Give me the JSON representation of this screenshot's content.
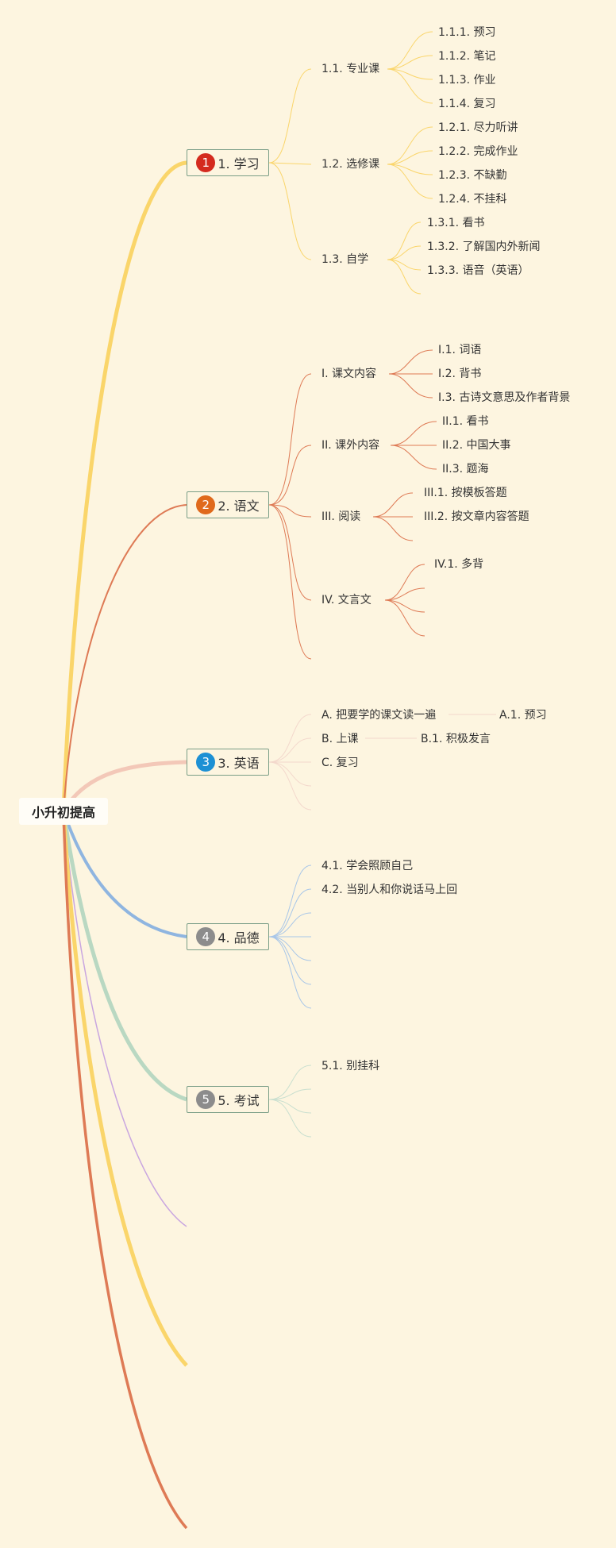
{
  "root": {
    "label": "小升初提高"
  },
  "branches": [
    {
      "num": "1",
      "label": "1. 学习",
      "badge_color": "#d42a1e",
      "line_color": "#fad56a",
      "children": [
        {
          "label": "1.1. 专业课",
          "children": [
            "1.1.1. 预习",
            "1.1.2. 笔记",
            "1.1.3. 作业",
            "1.1.4. 复习"
          ]
        },
        {
          "label": "1.2. 选修课",
          "children": [
            "1.2.1. 尽力听讲",
            "1.2.2. 完成作业",
            "1.2.3. 不缺勤",
            "1.2.4. 不挂科"
          ]
        },
        {
          "label": "1.3. 自学",
          "children": [
            "1.3.1. 看书",
            "1.3.2. 了解国内外新闻",
            "1.3.3. 语音（英语）"
          ]
        }
      ]
    },
    {
      "num": "2",
      "label": "2. 语文",
      "badge_color": "#e06a1c",
      "line_color": "#de7a55",
      "children": [
        {
          "label": "I. 课文内容",
          "children": [
            "I.1. 词语",
            "I.2. 背书",
            "I.3. 古诗文意思及作者背景"
          ]
        },
        {
          "label": "II. 课外内容",
          "children": [
            "II.1. 看书",
            "II.2. 中国大事",
            "II.3. 题海"
          ]
        },
        {
          "label": "III. 阅读",
          "children": [
            "III.1. 按模板答题",
            "III.2. 按文章内容答题"
          ]
        },
        {
          "label": "IV. 文言文",
          "children": [
            "IV.1. 多背"
          ]
        }
      ]
    },
    {
      "num": "3",
      "label": "3. 英语",
      "badge_color": "#1d90d4",
      "line_color": "#f3c8b8",
      "children": [
        {
          "label": "A. 把要学的课文读一遍",
          "children": [
            "A.1. 预习"
          ]
        },
        {
          "label": "B. 上课",
          "children": [
            "B.1. 积极发言"
          ]
        },
        {
          "label": "C. 复习",
          "children": []
        }
      ]
    },
    {
      "num": "4",
      "label": "4. 品德",
      "badge_color": "#8c8c8c",
      "line_color": "#8fb5e0",
      "children": [
        {
          "label": "4.1. 学会照顾自己",
          "children": []
        },
        {
          "label": "4.2. 当别人和你说话马上回",
          "children": []
        }
      ]
    },
    {
      "num": "5",
      "label": "5. 考试",
      "badge_color": "#8c8c8c",
      "line_color": "#b9d8c2",
      "children": [
        {
          "label": "5.1. 别挂科",
          "children": []
        }
      ]
    }
  ]
}
